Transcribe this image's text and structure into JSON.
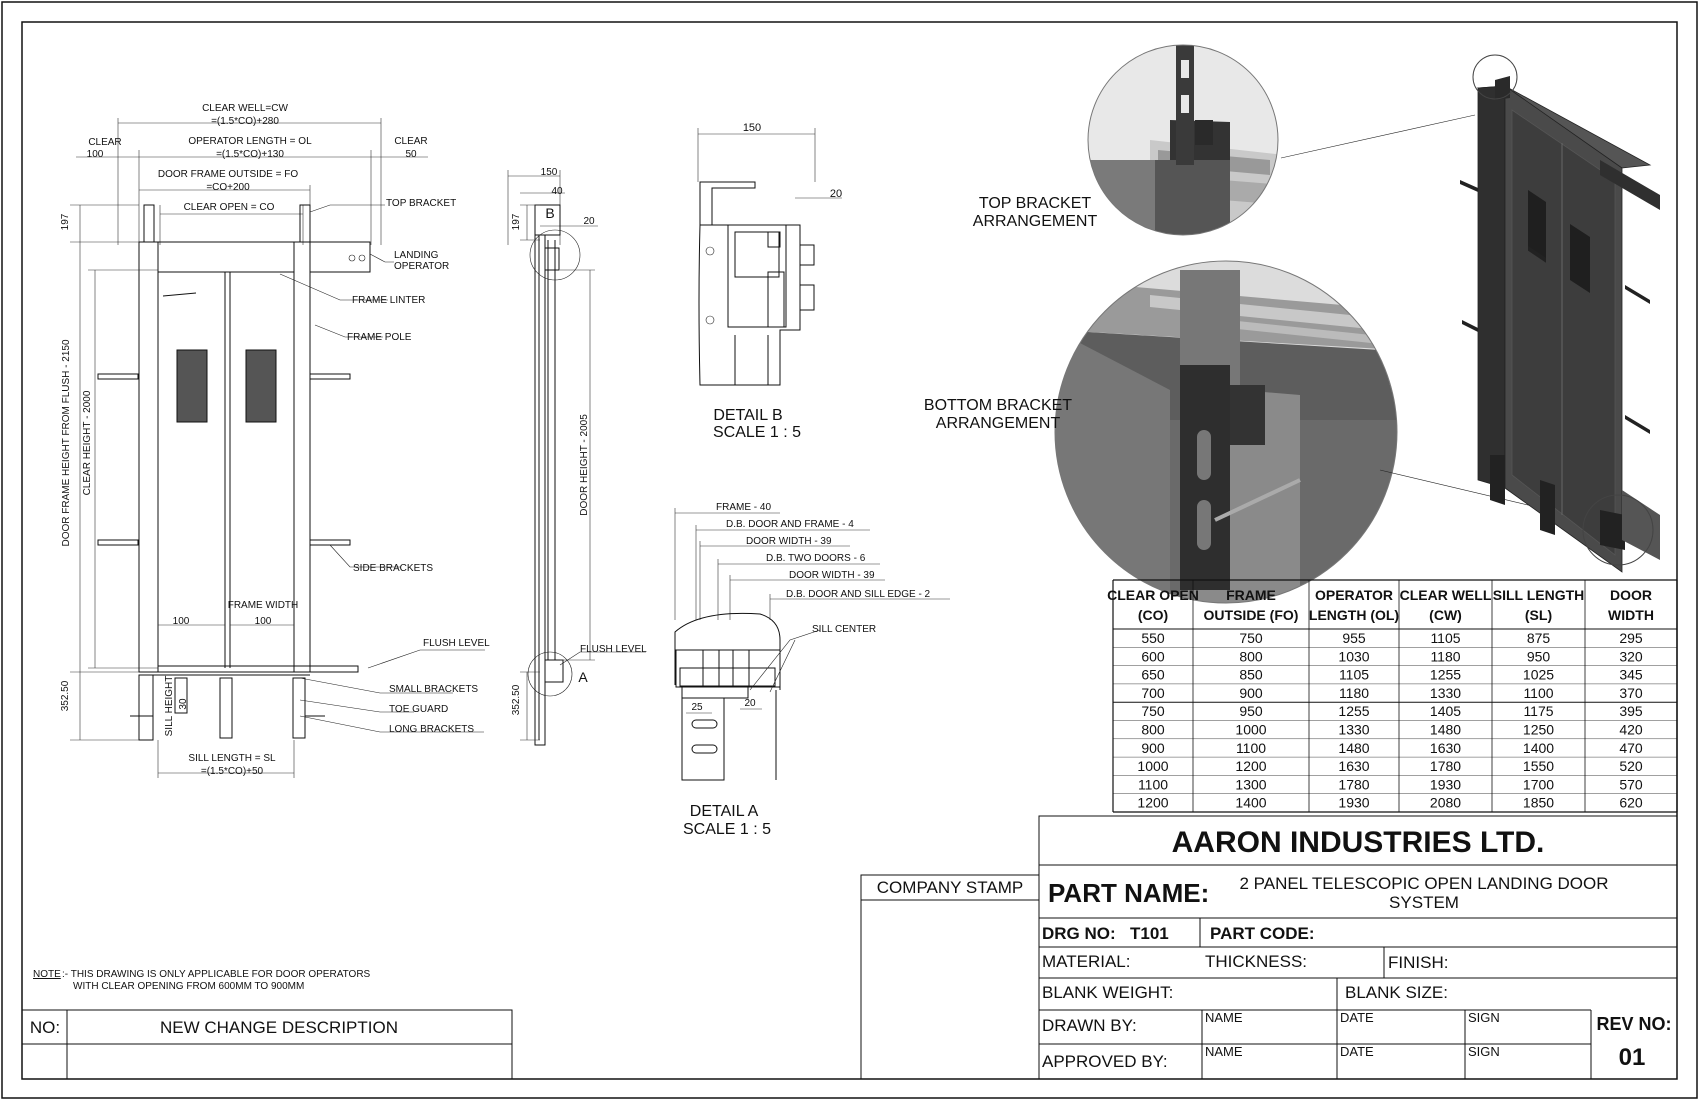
{
  "main_view": {
    "clear_label": "CLEAR",
    "clear_left_value": "100",
    "clear_right_value": "50",
    "clear_well_line1": "CLEAR WELL=CW",
    "clear_well_line2": "=(1.5*CO)+280",
    "operator_length_line1": "OPERATOR LENGTH = OL",
    "operator_length_line2": "=(1.5*CO)+130",
    "door_frame_outside_line1": "DOOR FRAME OUTSIDE = FO",
    "door_frame_outside_line2": "=CO+200",
    "clear_open": "CLEAR OPEN = CO",
    "top_bracket": "TOP BRACKET",
    "landing_operator_line1": "LANDING",
    "landing_operator_line2": "OPERATOR",
    "frame_linter": "FRAME LINTER",
    "frame_pole": "FRAME POLE",
    "side_brackets": "SIDE BRACKETS",
    "flush_level": "FLUSH LEVEL",
    "small_brackets": "SMALL BRACKETS",
    "toe_guard": "TOE GUARD",
    "long_brackets": "LONG BRACKETS",
    "dim_197": "197",
    "door_frame_height": "DOOR FRAME HEIGHT FROM FLUSH - 2150",
    "clear_height": "CLEAR HEIGHT - 2000",
    "dim_352": "352.50",
    "sill_height_line1": "SILL HEIGHT",
    "sill_height_line2": "30",
    "dim_100_left": "100",
    "frame_width_line1": "FRAME WIDTH",
    "frame_width_line2": "100",
    "sill_length_line1": "SILL LENGTH = SL",
    "sill_length_line2": "=(1.5*CO)+50"
  },
  "side_view": {
    "dim_150": "150",
    "dim_40": "40",
    "dim_20": "20",
    "dim_197": "197",
    "marker_b": "B",
    "door_height": "DOOR HEIGHT - 2005",
    "flush_level": "FLUSH LEVEL",
    "marker_a": "A",
    "dim_352": "352.50"
  },
  "detail_b": {
    "dim_150": "150",
    "dim_20": "20",
    "title": "DETAIL B",
    "scale": "SCALE 1 : 5"
  },
  "detail_a": {
    "frame_40": "FRAME - 40",
    "db_door_frame": "D.B. DOOR AND FRAME - 4",
    "door_width_1": "DOOR WIDTH - 39",
    "db_two_doors": "D.B. TWO DOORS - 6",
    "door_width_2": "DOOR WIDTH - 39",
    "db_door_sill": "D.B. DOOR AND SILL EDGE - 2",
    "sill_center": "SILL CENTER",
    "dim_25": "25",
    "dim_20": "20",
    "title": "DETAIL A",
    "scale": "SCALE 1 : 5"
  },
  "iso_view": {
    "top_bracket_line1": "TOP BRACKET",
    "top_bracket_line2": "ARRANGEMENT",
    "bottom_bracket_line1": "BOTTOM BRACKET",
    "bottom_bracket_line2": "ARRANGEMENT"
  },
  "spec_table": {
    "headers": [
      [
        "CLEAR OPEN",
        "(CO)"
      ],
      [
        "FRAME",
        "OUTSIDE (FO)"
      ],
      [
        "OPERATOR",
        "LENGTH (OL)"
      ],
      [
        "CLEAR WELL",
        "(CW)"
      ],
      [
        "SILL LENGTH",
        "(SL)"
      ],
      [
        "DOOR",
        "WIDTH"
      ]
    ],
    "rows": [
      [
        "550",
        "750",
        "955",
        "1105",
        "875",
        "295"
      ],
      [
        "600",
        "800",
        "1030",
        "1180",
        "950",
        "320"
      ],
      [
        "650",
        "850",
        "1105",
        "1255",
        "1025",
        "345"
      ],
      [
        "700",
        "900",
        "1180",
        "1330",
        "1100",
        "370"
      ],
      [
        "750",
        "950",
        "1255",
        "1405",
        "1175",
        "395"
      ],
      [
        "800",
        "1000",
        "1330",
        "1480",
        "1250",
        "420"
      ],
      [
        "900",
        "1100",
        "1480",
        "1630",
        "1400",
        "470"
      ],
      [
        "1000",
        "1200",
        "1630",
        "1780",
        "1550",
        "520"
      ],
      [
        "1100",
        "1300",
        "1780",
        "1930",
        "1700",
        "570"
      ],
      [
        "1200",
        "1400",
        "1930",
        "2080",
        "1850",
        "620"
      ]
    ]
  },
  "note": {
    "label": "NOTE",
    "line1": ":- THIS DRAWING IS ONLY APPLICABLE FOR DOOR OPERATORS",
    "line2": "WITH CLEAR OPENING FROM 600MM TO 900MM"
  },
  "revision_block": {
    "no_label": "NO:",
    "description_label": "NEW CHANGE DESCRIPTION"
  },
  "title_block": {
    "company_stamp": "COMPANY STAMP",
    "company_name": "AARON INDUSTRIES LTD.",
    "part_name_label": "PART NAME:",
    "part_name_line1": "2 PANEL TELESCOPIC OPEN LANDING DOOR",
    "part_name_line2": "SYSTEM",
    "drg_no_label": "DRG NO:",
    "drg_no_value": "T101",
    "part_code_label": "PART CODE:",
    "material_label": "MATERIAL:",
    "thickness_label": "THICKNESS:",
    "finish_label": "FINISH:",
    "blank_weight_label": "BLANK WEIGHT:",
    "blank_size_label": "BLANK SIZE:",
    "drawn_by_label": "DRAWN BY:",
    "approved_by_label": "APPROVED BY:",
    "name_label": "NAME",
    "date_label": "DATE",
    "sign_label": "SIGN",
    "rev_no_label": "REV NO:",
    "rev_no_value": "01"
  },
  "colors": {
    "clear_dimension": "#8a7a00",
    "panel_dark": "#3a3a3a",
    "shade": "#6b6b6b"
  }
}
